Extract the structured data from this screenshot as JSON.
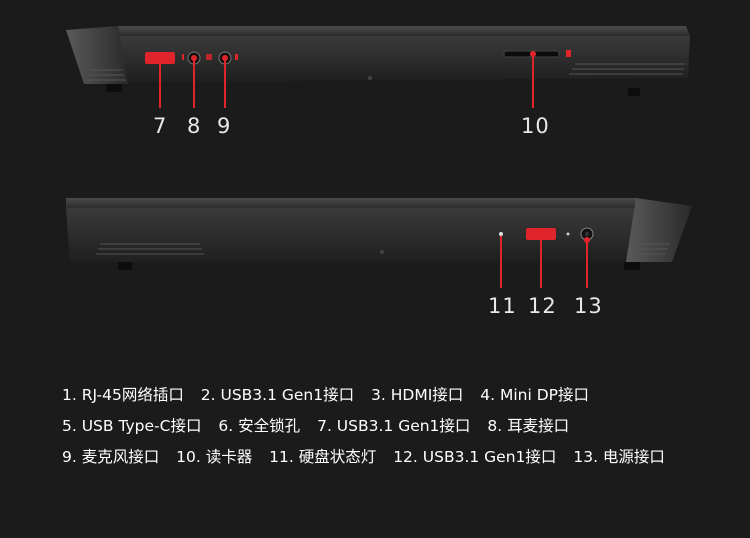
{
  "callouts": {
    "top": [
      "7",
      "8",
      "9",
      "10"
    ],
    "bottom": [
      "11",
      "12",
      "13"
    ]
  },
  "legend": {
    "row1": [
      "1. RJ-45网络插口",
      "2. USB3.1 Gen1接口",
      "3. HDMI接口",
      "4. Mini DP接口"
    ],
    "row2": [
      "5. USB Type-C接口",
      "6. 安全锁孔",
      "7. USB3.1 Gen1接口",
      "8. 耳麦接口"
    ],
    "row3": [
      "9. 麦克风接口",
      "10. 读卡器",
      "11. 硬盘状态灯",
      "12. USB3.1 Gen1接口",
      "13. 电源接口"
    ]
  },
  "colors": {
    "background": "#1b1b1b",
    "accent_red": "#e0242b",
    "chassis_dark": "#2a2a2a"
  }
}
